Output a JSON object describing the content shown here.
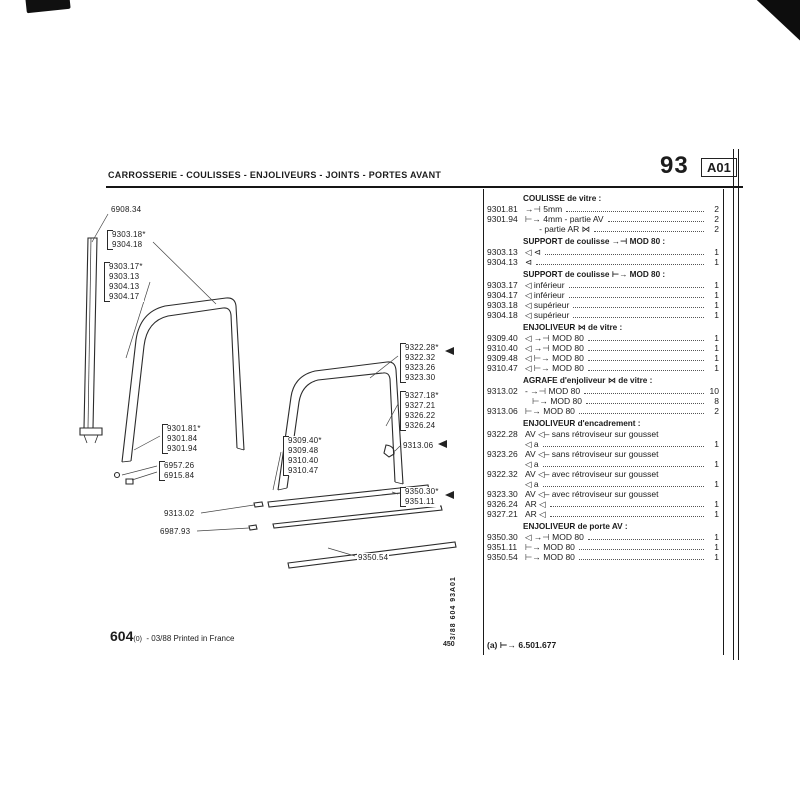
{
  "header": {
    "title": "CARROSSERIE - COULISSES - ENJOLIVEURS - JOINTS - PORTES AVANT",
    "page_number": "93",
    "page_code": "A01"
  },
  "footer": {
    "doc_number": "604",
    "doc_note": "(0)",
    "doc_info": "- 03/88 Printed in France",
    "side_vertical": "3/88  604  93A01",
    "side_small": "450"
  },
  "diagram": {
    "labels": {
      "l6908": "6908.34",
      "g_top": [
        "9303.18*",
        "9304.18"
      ],
      "g_mid": [
        "9303.17*",
        "9303.13",
        "9304.13",
        "9304.17"
      ],
      "g_9301": [
        "9301.81*",
        "9301.84",
        "9301.94"
      ],
      "g_6957": [
        "6957.26",
        "6915.84"
      ],
      "l9313_02": "9313.02",
      "l6987": "6987.93",
      "g_9322": [
        "9322.28*",
        "9322.32",
        "9323.26",
        "9323.30"
      ],
      "g_9327": [
        "9327.18*",
        "9327.21",
        "9326.22",
        "9326.24"
      ],
      "g_9309": [
        "9309.40*",
        "9309.48",
        "9310.40",
        "9310.47"
      ],
      "l9313_06": "9313.06",
      "g_9350": [
        "9350.30*",
        "9351.11"
      ],
      "l9350_54": "9350.54"
    }
  },
  "table": {
    "footnote": "(a)  ⊢→  6.501.677",
    "sections": [
      {
        "title": "COULISSE de vitre :",
        "rows": [
          {
            "ref": "9301.81",
            "desc": "→⊣  5mm",
            "qty": "2"
          },
          {
            "ref": "9301.94",
            "desc": "⊢→  4mm - partie AV",
            "qty": "2"
          },
          {
            "ref": "",
            "desc": "      - partie AR  ⋈",
            "qty": "2"
          }
        ]
      },
      {
        "title": "SUPPORT de coulisse →⊣ MOD 80 :",
        "rows": [
          {
            "ref": "9303.13",
            "desc": "◁ ⊲",
            "qty": "1"
          },
          {
            "ref": "9304.13",
            "desc": "⊲",
            "qty": "1"
          }
        ]
      },
      {
        "title": "SUPPORT de coulisse ⊢→ MOD 80 :",
        "rows": [
          {
            "ref": "9303.17",
            "desc": "◁  inférieur",
            "qty": "1"
          },
          {
            "ref": "9304.17",
            "desc": "◁  inférieur",
            "qty": "1"
          },
          {
            "ref": "9303.18",
            "desc": "◁  supérieur",
            "qty": "1"
          },
          {
            "ref": "9304.18",
            "desc": "◁  supérieur",
            "qty": "1"
          }
        ]
      },
      {
        "title": "ENJOLIVEUR ⋈ de vitre :",
        "rows": [
          {
            "ref": "9309.40",
            "desc": "◁  →⊣  MOD 80",
            "qty": "1"
          },
          {
            "ref": "9310.40",
            "desc": "◁  →⊣  MOD 80",
            "qty": "1"
          },
          {
            "ref": "9309.48",
            "desc": "◁  ⊢→  MOD 80",
            "qty": "1"
          },
          {
            "ref": "9310.47",
            "desc": "◁  ⊢→  MOD 80",
            "qty": "1"
          }
        ]
      },
      {
        "title": "AGRAFE d'enjoliveur ⋈ de vitre :",
        "rows": [
          {
            "ref": "9313.02",
            "desc": "-  →⊣  MOD 80",
            "qty": "10"
          },
          {
            "ref": "",
            "desc": "   ⊢→  MOD 80",
            "qty": "8"
          },
          {
            "ref": "9313.06",
            "desc": "⊢→  MOD 80",
            "qty": "2"
          }
        ]
      },
      {
        "title": "ENJOLIVEUR d'encadrement :",
        "rows": [
          {
            "ref": "9322.28",
            "desc": "AV ◁– sans rétroviseur sur gousset",
            "qty": ""
          },
          {
            "ref": "",
            "desc": "◁ a",
            "qty": "1"
          },
          {
            "ref": "9323.26",
            "desc": "AV ◁– sans rétroviseur sur gousset",
            "qty": ""
          },
          {
            "ref": "",
            "desc": "◁ a",
            "qty": "1"
          },
          {
            "ref": "9322.32",
            "desc": "AV ◁– avec rétroviseur sur gousset",
            "qty": ""
          },
          {
            "ref": "",
            "desc": "◁ a",
            "qty": "1"
          },
          {
            "ref": "9323.30",
            "desc": "AV ◁– avec rétroviseur sur gousset",
            "qty": ""
          },
          {
            "ref": "9326.24",
            "desc": "AR  ◁",
            "qty": "1"
          },
          {
            "ref": "9327.21",
            "desc": "AR  ◁",
            "qty": "1"
          }
        ]
      },
      {
        "title": "ENJOLIVEUR de porte AV :",
        "rows": [
          {
            "ref": "9350.30",
            "desc": "◁  →⊣  MOD 80",
            "qty": "1"
          },
          {
            "ref": "9351.11",
            "desc": "⊢→  MOD 80",
            "qty": "1"
          },
          {
            "ref": "9350.54",
            "desc": "⊢→  MOD 80",
            "qty": "1"
          }
        ]
      }
    ]
  }
}
